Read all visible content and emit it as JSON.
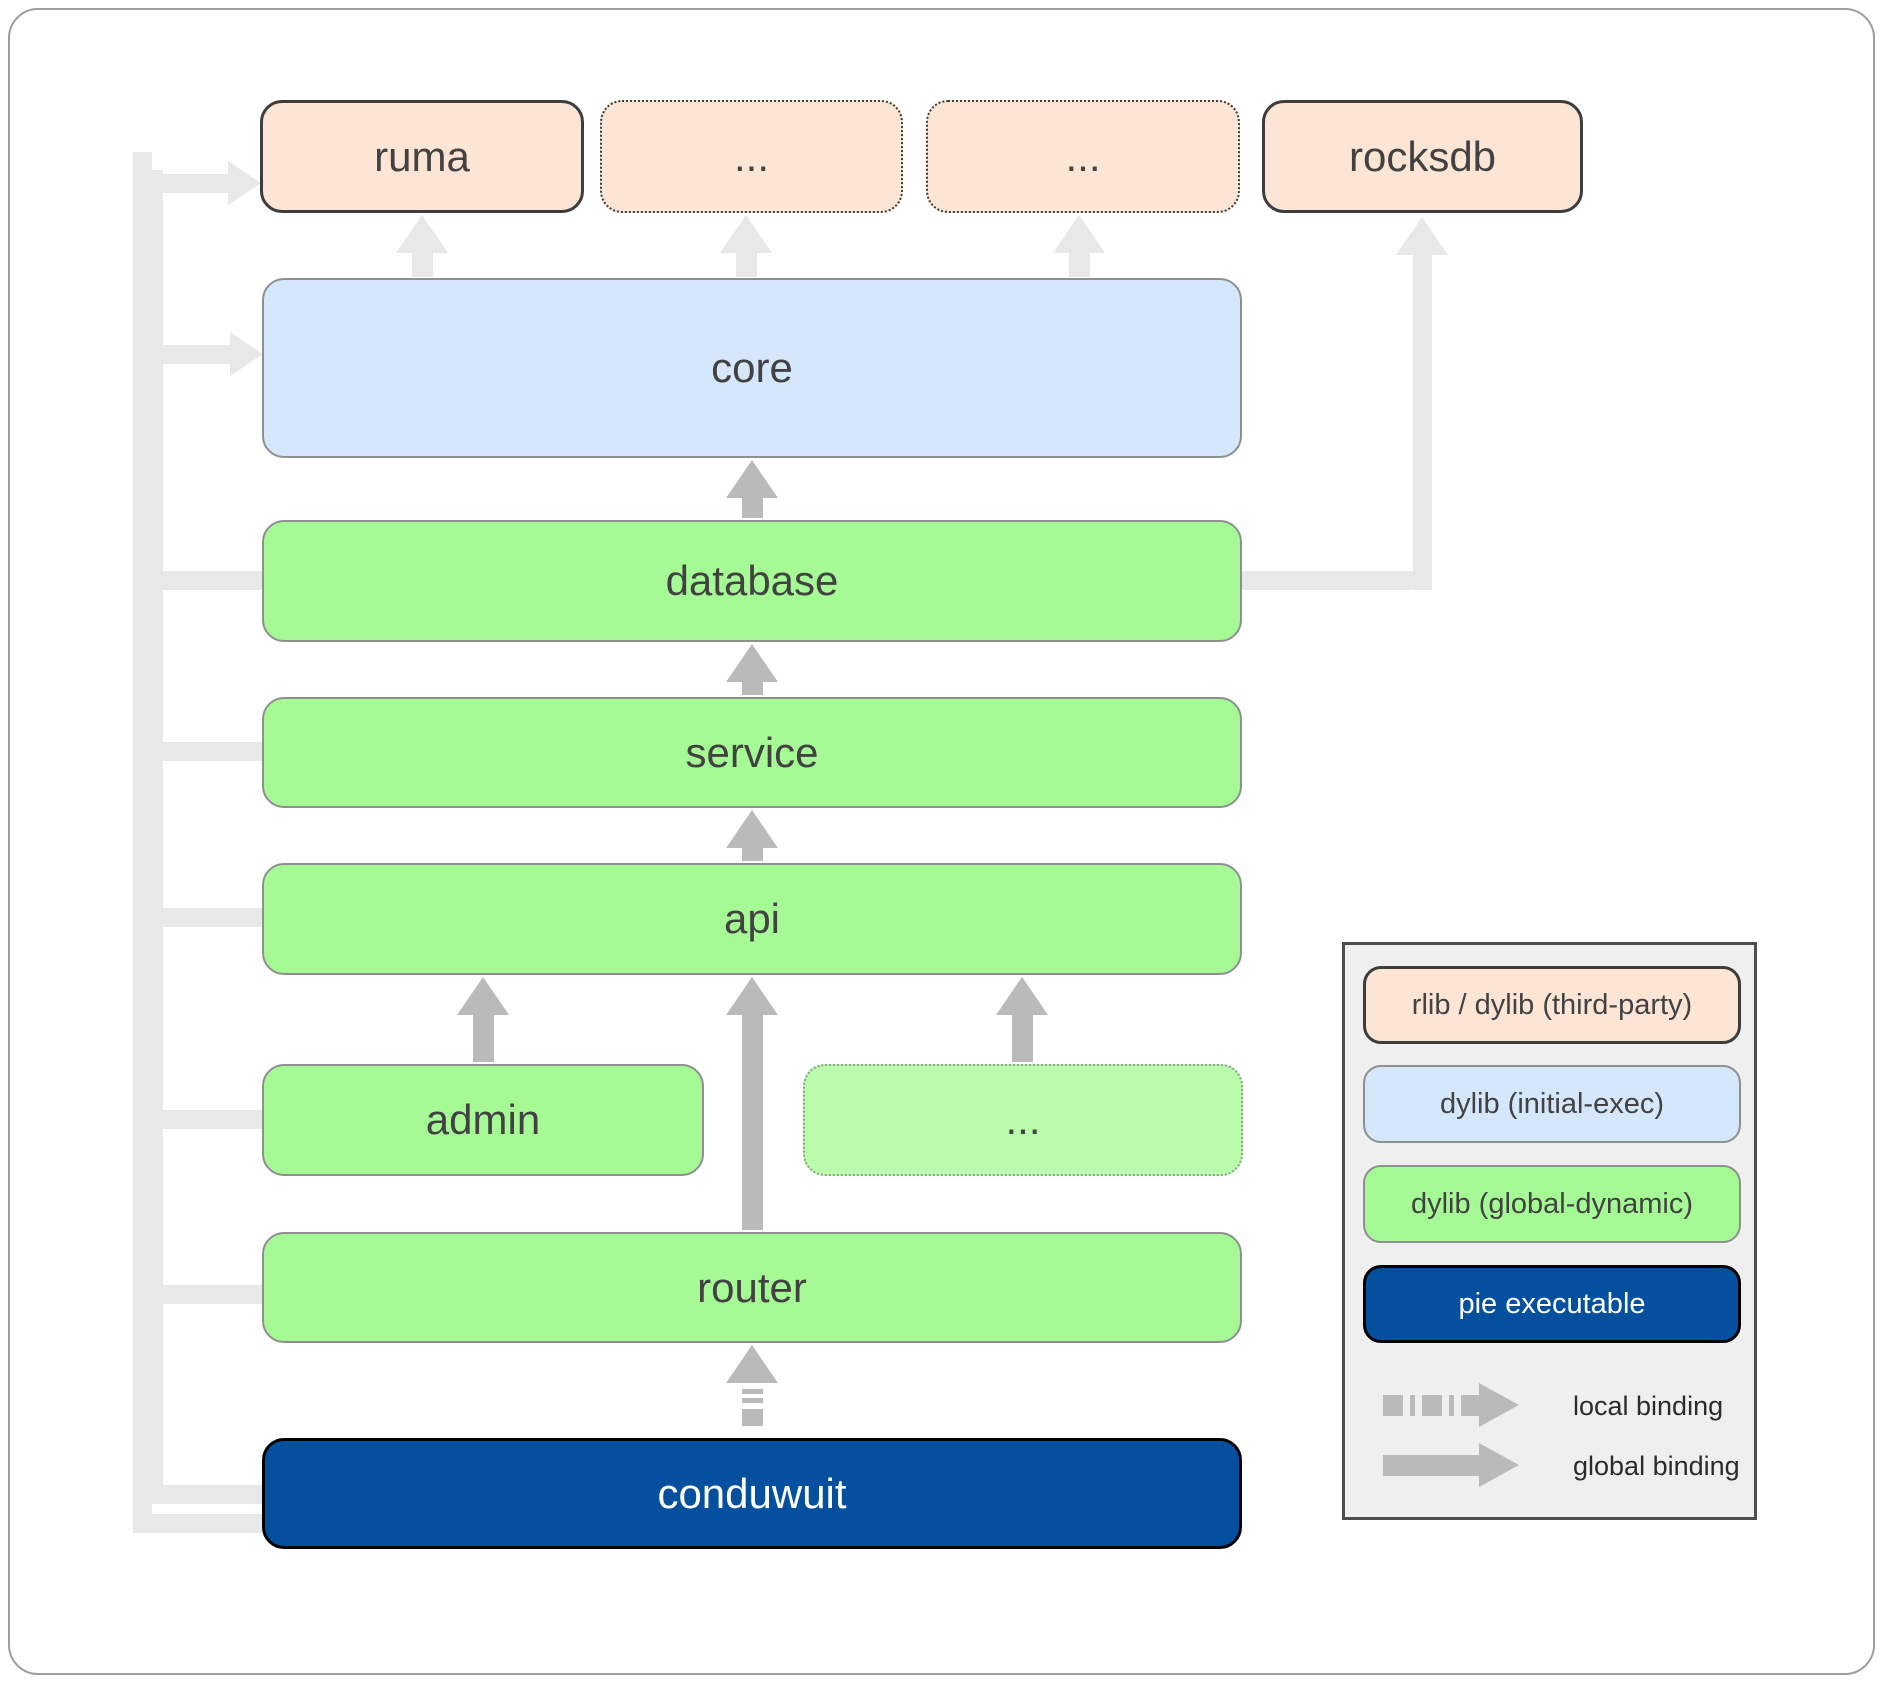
{
  "diagram": {
    "nodes": {
      "ruma": {
        "label": "ruma",
        "kind": "rlib / dylib (third-party)"
      },
      "ellipsis_top_1": {
        "label": "...",
        "kind": "rlib / dylib (third-party)"
      },
      "ellipsis_top_2": {
        "label": "...",
        "kind": "rlib / dylib (third-party)"
      },
      "rocksdb": {
        "label": "rocksdb",
        "kind": "rlib / dylib (third-party)"
      },
      "core": {
        "label": "core",
        "kind": "dylib (initial-exec)"
      },
      "database": {
        "label": "database",
        "kind": "dylib (global-dynamic)"
      },
      "service": {
        "label": "service",
        "kind": "dylib (global-dynamic)"
      },
      "api": {
        "label": "api",
        "kind": "dylib (global-dynamic)"
      },
      "admin": {
        "label": "admin",
        "kind": "dylib (global-dynamic)"
      },
      "ellipsis_mid": {
        "label": "...",
        "kind": "dylib (global-dynamic)"
      },
      "router": {
        "label": "router",
        "kind": "dylib (global-dynamic)"
      },
      "conduwuit": {
        "label": "conduwuit",
        "kind": "pie executable"
      }
    },
    "legend": {
      "items": [
        {
          "label": "rlib / dylib (third-party)",
          "style": "peach"
        },
        {
          "label": "dylib (initial-exec)",
          "style": "blue"
        },
        {
          "label": "dylib (global-dynamic)",
          "style": "green"
        },
        {
          "label": "pie executable",
          "style": "navy"
        }
      ],
      "bindings": [
        {
          "label": "local binding",
          "arrow": "dashed"
        },
        {
          "label": "global binding",
          "arrow": "solid"
        }
      ]
    },
    "colors": {
      "peach_fill": "#fce5d4",
      "blue_fill": "#d5e8fb",
      "green_fill": "#a5fa96",
      "light_green_fill": "#bafcab",
      "navy_fill": "#05509e",
      "dark_arrow": "#bababa",
      "light_arrow": "#e8e8e8",
      "legend_bg": "#efefef",
      "text": "#424242"
    }
  }
}
